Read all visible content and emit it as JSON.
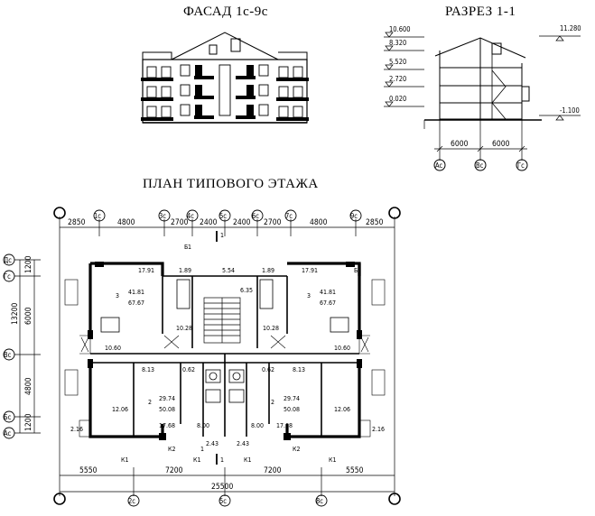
{
  "titles": {
    "facade": "ФАСАД 1с-9с",
    "section": "РАЗРЕЗ  1-1",
    "plan": "ПЛАН ТИПОВОГО ЭТАЖА"
  },
  "section_levels": [
    "10.600",
    "8.320",
    "5.520",
    "2.720",
    "0.020"
  ],
  "section_right_levels": [
    "11.280",
    "-1.100"
  ],
  "section_dims": [
    "6000",
    "6000"
  ],
  "section_axes": [
    "Ac",
    "Bc",
    "Гс"
  ],
  "plan_top_dims": [
    "2850",
    "4800",
    "2700",
    "2400",
    "2400",
    "2700",
    "4800",
    "2850"
  ],
  "plan_top_axes": [
    "1c",
    "3c",
    "4c",
    "5c",
    "6c",
    "7c",
    "9c"
  ],
  "plan_left_dims": [
    "1200",
    "6000",
    "13200",
    "4800",
    "1200"
  ],
  "plan_left_axes": [
    "Дc",
    "Гc",
    "Вc",
    "Бc",
    "Ac"
  ],
  "plan_bottom_dims": [
    "5550",
    "7200",
    "7200",
    "5550"
  ],
  "plan_total": "25500",
  "plan_bottom_axes": [
    "2c",
    "5c",
    "8c"
  ],
  "section_marks": [
    "1",
    "1",
    "1",
    "1"
  ],
  "rooms": {
    "left_top_area": "17.91",
    "left_top_num": "3",
    "left_top_sum": "41.81",
    "left_top_total": "67.67",
    "left_kitchen": "1.89",
    "hall": "5.54",
    "stair": "6.35",
    "right_kitchen": "1.89",
    "right_top_area": "17.91",
    "right_top_num": "3",
    "right_top_sum": "41.81",
    "right_top_total": "67.67",
    "left_mid": "10.28",
    "right_mid": "10.28",
    "left_balc": "10.60",
    "right_balc": "10.60",
    "left_bot_small": "8.13",
    "left_bath": "0.62",
    "right_bath": "0.62",
    "right_bot_small": "8.13",
    "left_bot_num": "2",
    "left_bot_sum": "29.74",
    "left_bot_total": "50.08",
    "left_bot_side": "12.06",
    "left_bot_area": "17.68",
    "left_corr": "8.00",
    "right_corr": "8.00",
    "right_bot_num": "2",
    "right_bot_sum": "29.74",
    "right_bot_total": "50.08",
    "right_bot_side": "12.06",
    "right_bot_area": "17.68",
    "left_loggia": "2.16",
    "right_loggia": "2.16",
    "left_lobby": "2.43",
    "right_lobby": "2.43"
  },
  "markers": [
    "К2",
    "К1",
    "К1",
    "К2",
    "К1",
    "К1",
    "Б",
    "Б"
  ]
}
